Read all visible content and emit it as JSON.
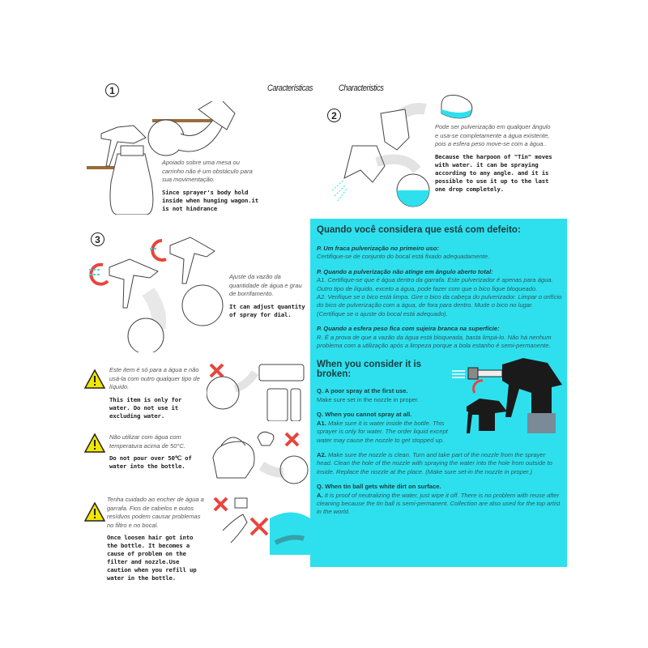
{
  "header": {
    "pt": "Características",
    "en": "Characteristics"
  },
  "section1": {
    "num": "1",
    "pt": "Apoiado sobre uma mesa ou carrinho não é um obstáculo para sua movimentação.",
    "en": "Since sprayer's body hold inside when hunging wagon.it is not hindrance"
  },
  "section2": {
    "num": "2",
    "pt": "Pode ser pulverização em qualquer ângulo e usa-se completamente a água existente, pois a esfera peso move-se com a água..",
    "en": "Because the harpoon of \"Tin\" moves with water. it can be spraying  according to any angle. and it is possible to use it up to the last one drop completely."
  },
  "section3": {
    "num": "3",
    "pt": "Ajuste da vazão da quantidade de água e grau de borrifamento.",
    "en": "It can adjust quantity of spray for dial."
  },
  "warnings": [
    {
      "pt": "Este item é só para a água e não usá-la com outro qualquer tipo de líquido.",
      "en": "This item is only for water. Do not use it excluding water."
    },
    {
      "pt": "Não utilizar com água com temperatura acima de 50°C.",
      "en": "Do not pour over 50℃ of water into the bottle."
    },
    {
      "pt": "Tenha cuidado ao encher de água a garrafa. Fios de cabelos e outos resíduos podem causar problemas no filtro e no bocal.",
      "en": "Once loosen hair got into the bottle. It becomes a cause of problem on the filter and nozzle.Use caution when you refill up water in the bottle."
    }
  ],
  "panel_pt": {
    "title": "Quando você considera que está com defeito:",
    "q1": "P. Um fraca pulverização no primeiro uso:",
    "a1": "Certifique-se de conjunto do bocal está fixado adequadamente.",
    "q2": "P. Quando a pulverização não atinge em ângulo aberto total:",
    "a2": "A1. Certifique-se que é água dentro da garrafa. Este pulverizador é apenas para água. Outro tipo de líquido, exceto a água, pode fazer com que o bico fique bloqueado.",
    "a3": "A2. Verifique se o bico está limpa. Gire o bico da cabeça do pulverizador. Limpar o orifício do bico de pulverização com a água, de fora para dentro. Mude o bico no lugar. (Certifique se o ajuste do bocal está adequado).",
    "q3": "P. Quando a esfera peso fica com sujeira branca na superfície:",
    "a4": "R. É a prova de que a vazão da água está bloqueada, basta limpá-lo. Não há nenhum problema com a utilização após a limpeza porque a bola estanho é semi-permanente."
  },
  "panel_en": {
    "title": "When you consider it is broken:",
    "q1": "Q. A poor spray at the first use.",
    "a1": "Make sure set in the nozzle in proper.",
    "q2": "Q. When you cannot spray at all.",
    "a2_label": "A1.",
    "a2": "Make sure it is water inside the bottle. This sprayer is only for water. The order liquid except water may cause the nozzle to get stopped up.",
    "a3_label": "A2.",
    "a3": "Make sure the nozzle is clean. Turn and take part of the nozzle from the sprayer head. Clean the hole of the nozzle with spraying the water into the hole from outside to inside. Replace the nozzle at the place. (Make sure set-in the nozzle in proper.)",
    "q3": "Q. When tin ball gets white dirt on surface.",
    "a4_label": "A.",
    "a4": "It is proof of neutralizing the water, just wipe it off. There is no problem with reuse after cleaning because the tin ball is semi-permanent. Collection are also used for the top artist in the world."
  },
  "colors": {
    "cyan": "#2ee0ee",
    "wood": "#9a6a3a",
    "red": "#e8453c",
    "warn": "#f2e600"
  }
}
